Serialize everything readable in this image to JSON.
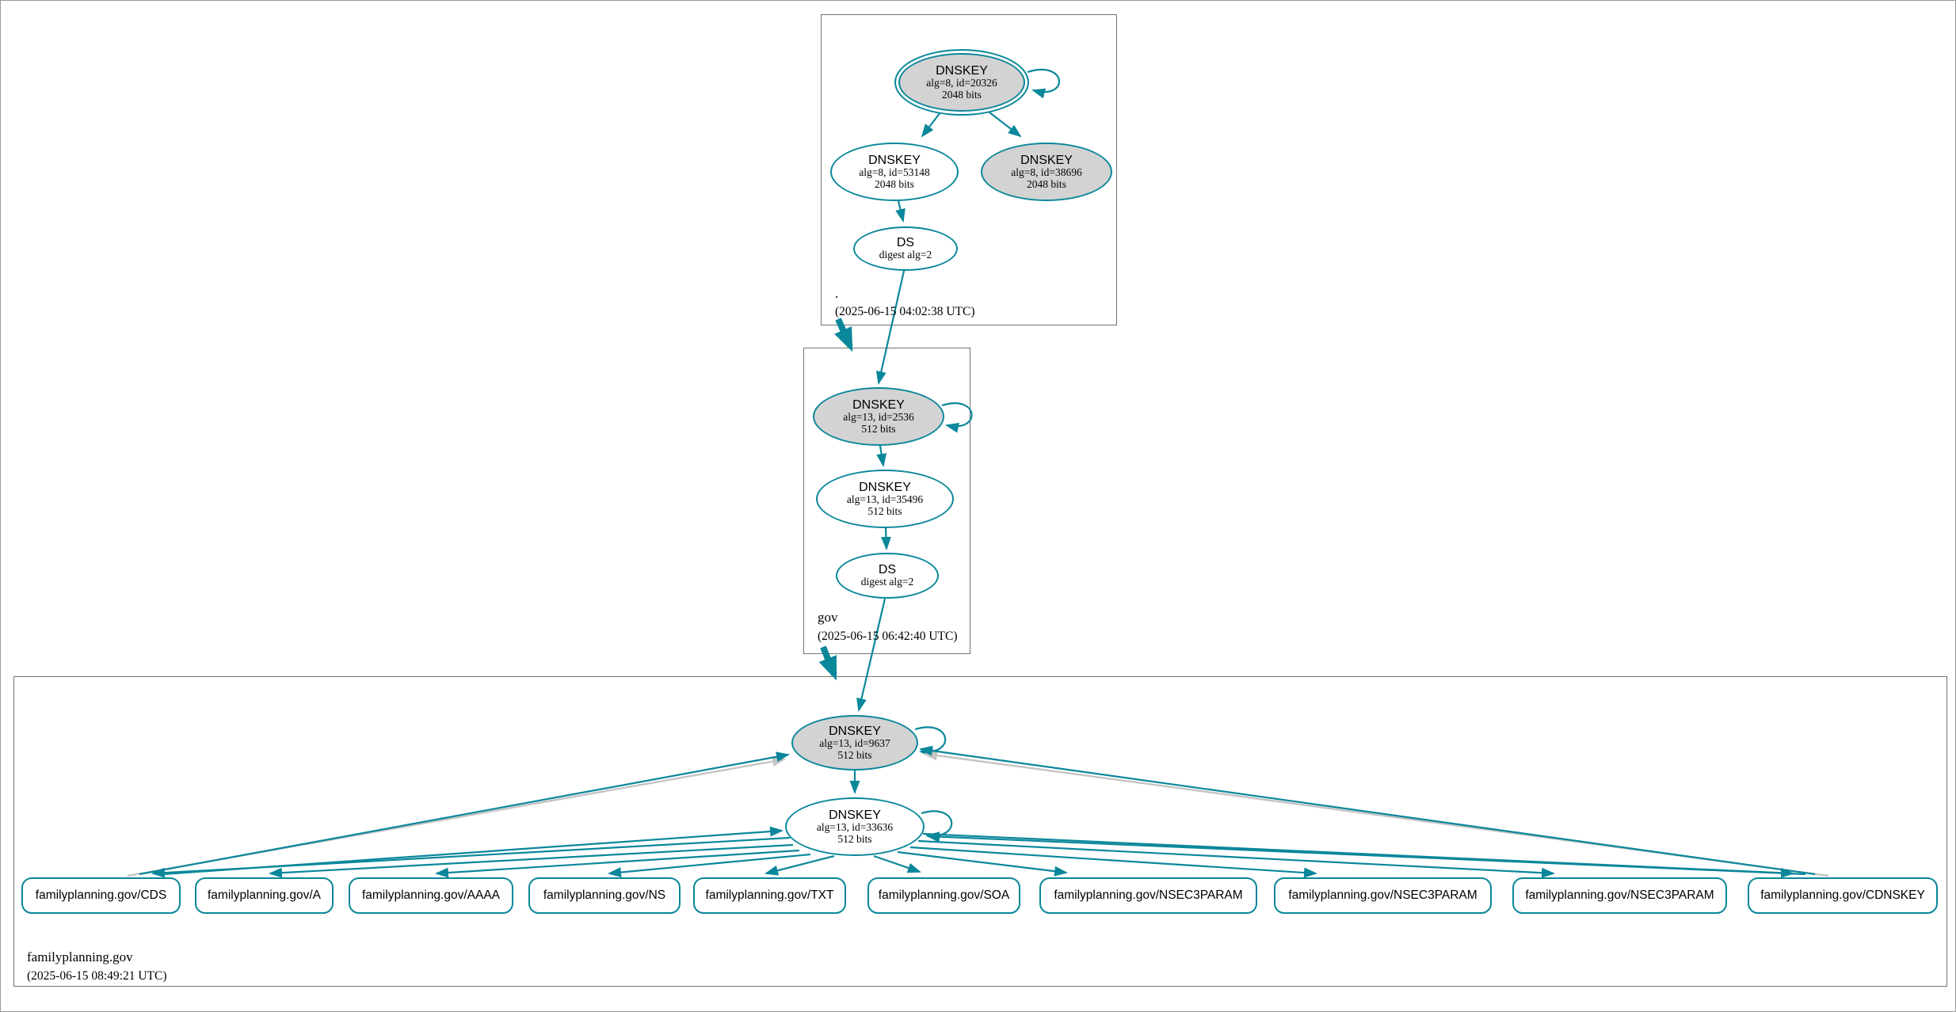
{
  "colors": {
    "edge_teal": "#0a879a",
    "edge_gray": "#c4c4c4",
    "node_fill_gray": "#d3d3d3",
    "box_border": "#737373"
  },
  "zones": [
    {
      "label": ".",
      "timestamp": "(2025-06-15 04:02:38 UTC)",
      "nodes": {
        "ksk": {
          "title": "DNSKEY",
          "detail": "alg=8, id=20326",
          "bits": "2048 bits"
        },
        "zsk": {
          "title": "DNSKEY",
          "detail": "alg=8, id=53148",
          "bits": "2048 bits"
        },
        "key2": {
          "title": "DNSKEY",
          "detail": "alg=8, id=38696",
          "bits": "2048 bits"
        },
        "ds": {
          "title": "DS",
          "detail": "digest alg=2"
        }
      }
    },
    {
      "label": "gov",
      "timestamp": "(2025-06-15 06:42:40 UTC)",
      "nodes": {
        "ksk": {
          "title": "DNSKEY",
          "detail": "alg=13, id=2536",
          "bits": "512 bits"
        },
        "zsk": {
          "title": "DNSKEY",
          "detail": "alg=13, id=35496",
          "bits": "512 bits"
        },
        "ds": {
          "title": "DS",
          "detail": "digest alg=2"
        }
      }
    },
    {
      "label": "familyplanning.gov",
      "timestamp": "(2025-06-15 08:49:21 UTC)",
      "nodes": {
        "ksk": {
          "title": "DNSKEY",
          "detail": "alg=13, id=9637",
          "bits": "512 bits"
        },
        "zsk": {
          "title": "DNSKEY",
          "detail": "alg=13, id=33636",
          "bits": "512 bits"
        }
      },
      "rrsets": [
        "familyplanning.gov/CDS",
        "familyplanning.gov/A",
        "familyplanning.gov/AAAA",
        "familyplanning.gov/NS",
        "familyplanning.gov/TXT",
        "familyplanning.gov/SOA",
        "familyplanning.gov/NSEC3PARAM",
        "familyplanning.gov/NSEC3PARAM",
        "familyplanning.gov/NSEC3PARAM",
        "familyplanning.gov/CDNSKEY"
      ]
    }
  ]
}
